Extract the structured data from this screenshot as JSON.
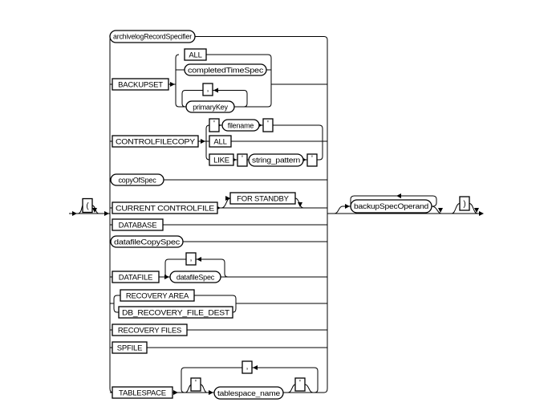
{
  "diagram_type": "railroad-syntax-diagram",
  "colors": {
    "line": "#000000",
    "background": "#ffffff",
    "box_fill": "#ffffff",
    "text": "#000000"
  },
  "nodes": {
    "open_paren": "(",
    "close_paren": ")",
    "quote": "'",
    "comma": ",",
    "archivelog_record_specifier": "archivelogRecordSpecifier",
    "backupset": "BACKUPSET",
    "backupset_all": "ALL",
    "completed_time_spec": "completedTimeSpec",
    "primary_key": "primaryKey",
    "controlfilecopy": "CONTROLFILECOPY",
    "filename": "filename",
    "controlfilecopy_all": "ALL",
    "like": "LIKE",
    "string_pattern": "string_pattern",
    "copy_of_spec": "copyOfSpec",
    "current_controlfile": "CURRENT CONTROLFILE",
    "for_standby": "FOR STANDBY",
    "database": "DATABASE",
    "datafile_copy_spec": "datafileCopySpec",
    "datafile": "DATAFILE",
    "datafile_spec": "datafileSpec",
    "recovery_area": "RECOVERY AREA",
    "db_recovery_file_dest": "DB_RECOVERY_FILE_DEST",
    "recovery_files": "RECOVERY FILES",
    "spfile": "SPFILE",
    "tablespace": "TABLESPACE",
    "tablespace_name": "tablespace_name",
    "backup_spec_operand": "backupSpecOperand"
  },
  "structure": {
    "start_tokens": [
      "("
    ],
    "alternative_rows": [
      [
        "archivelogRecordSpecifier"
      ],
      [
        "BACKUPSET",
        "ALL",
        "completedTimeSpec",
        ",",
        "primaryKey"
      ],
      [
        "CONTROLFILECOPY",
        "'",
        "filename",
        "'",
        "ALL",
        "LIKE",
        "'",
        "string_pattern",
        "'"
      ],
      [
        "copyOfSpec"
      ],
      [
        "CURRENT CONTROLFILE",
        "FOR STANDBY"
      ],
      [
        "DATABASE"
      ],
      [
        "datafileCopySpec"
      ],
      [
        "DATAFILE",
        ",",
        "datafileSpec"
      ],
      [
        "RECOVERY AREA",
        "DB_RECOVERY_FILE_DEST"
      ],
      [
        "RECOVERY FILES"
      ],
      [
        "SPFILE"
      ],
      [
        "TABLESPACE",
        "'",
        ",",
        "tablespace_name",
        "'"
      ]
    ],
    "end_tokens": [
      "backupSpecOperand",
      ")"
    ]
  }
}
